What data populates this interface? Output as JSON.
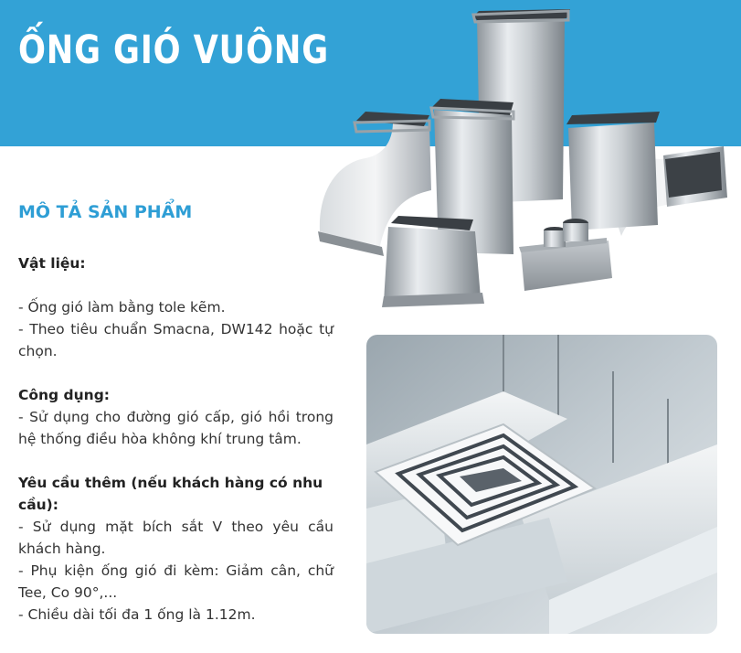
{
  "colors": {
    "brand": "#33a2d6",
    "accent": "#2e9ed5"
  },
  "header": {
    "title": "ỐNG GIÓ VUÔNG"
  },
  "section": {
    "heading": "MÔ TẢ SẢN PHẨM"
  },
  "materials": {
    "label": "Vật liệu:",
    "lines": [
      "- Ống gió làm bằng tole kẽm.",
      "- Theo tiêu chuẩn Smacna, DW142 hoặc tự chọn."
    ]
  },
  "usage": {
    "label": "Công dụng:",
    "lines": [
      "- Sử dụng cho đường gió cấp, gió hồi trong hệ thống điều hòa không khí trung tâm."
    ]
  },
  "extra": {
    "label": "Yêu cầu thêm (nếu khách hàng có nhu cầu):",
    "lines": [
      "- Sử dụng mặt bích sắt V theo yêu cầu khách hàng.",
      "- Phụ kiện ống gió đi kèm: Giảm cân, chữ Tee, Co 90°,...",
      "- Chiều dài tối đa 1 ống là 1.12m."
    ]
  },
  "images": {
    "product_icon": "duct-fittings-icon",
    "photo_icon": "ceiling-duct-diffuser-icon"
  }
}
